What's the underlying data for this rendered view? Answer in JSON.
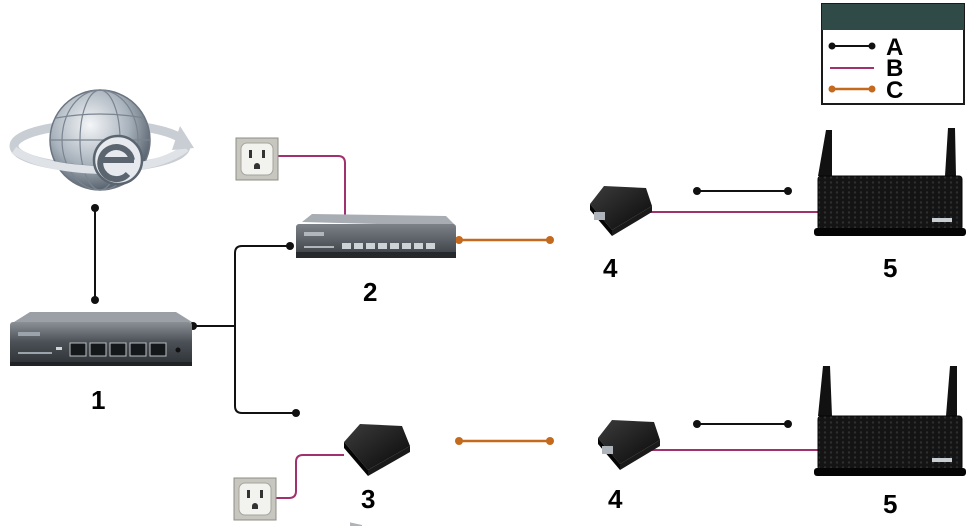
{
  "legend": {
    "items": [
      {
        "key": "a",
        "label": "A",
        "color": "#111111"
      },
      {
        "key": "b",
        "label": "B",
        "color": "#a0306e"
      },
      {
        "key": "c",
        "label": "C",
        "color": "#c46a1e"
      }
    ],
    "header_color": "#2f4a47"
  },
  "devices": {
    "internet": {
      "icon": "internet-globe-icon"
    },
    "router": {
      "number": "1"
    },
    "poe_switch": {
      "number": "2"
    },
    "poe_injector": {
      "number": "3"
    },
    "poe_splitter_top": {
      "number": "4"
    },
    "poe_splitter_bottom": {
      "number": "4"
    },
    "access_point_top": {
      "number": "5"
    },
    "access_point_bottom": {
      "number": "5"
    },
    "outlet_top": {
      "icon": "power-outlet-icon"
    },
    "outlet_bottom": {
      "icon": "power-outlet-icon"
    }
  }
}
